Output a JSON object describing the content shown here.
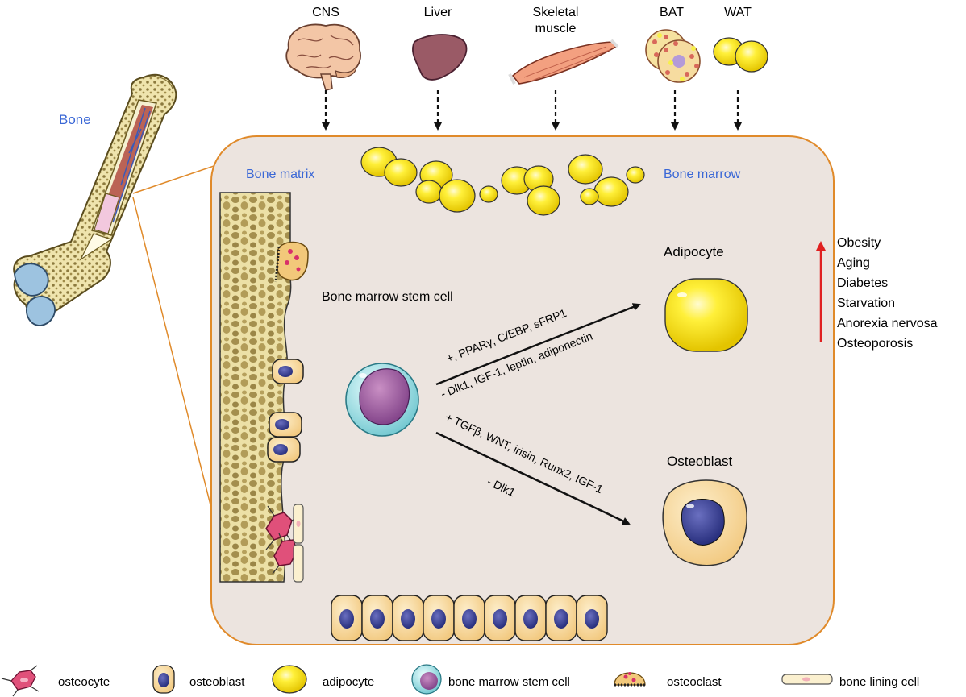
{
  "organs": [
    {
      "label": "CNS",
      "icon": "brain-icon"
    },
    {
      "label": "Liver",
      "icon": "liver-icon"
    },
    {
      "label_lines": [
        "Skeletal",
        "muscle"
      ],
      "icon": "muscle-icon"
    },
    {
      "label": "BAT",
      "icon": "brown-fat-icon"
    },
    {
      "label": "WAT",
      "icon": "white-fat-icon"
    }
  ],
  "labels": {
    "bone": "Bone",
    "bone_matrix": "Bone matrix",
    "bone_marrow": "Bone marrow",
    "stem_cell": "Bone marrow stem cell",
    "adipocyte": "Adipocyte",
    "osteoblast": "Osteoblast"
  },
  "arrows": {
    "adipo_plus": "+, PPARγ, C/EBP, sFRP1",
    "adipo_minus": "- Dlk1, IGF-1, leptin, adiponectin",
    "osteo_plus": "+ TGFβ, WNT, irisin, Runx2, IGF-1",
    "osteo_minus": "- Dlk1"
  },
  "conditions": [
    "Obesity",
    "Aging",
    "Diabetes",
    "Starvation",
    "Anorexia nervosa",
    "Osteoporosis"
  ],
  "colors": {
    "bone_blue": "#3a67d6",
    "up_arrow": "#e02020",
    "box_border": "#e08a2a",
    "box_fill": "#ece4df",
    "adipocyte_fill": "#f5dc10"
  },
  "legend": [
    {
      "label": "osteocyte",
      "icon": "osteocyte-icon"
    },
    {
      "label": "osteoblast",
      "icon": "osteoblast-icon"
    },
    {
      "label": "adipocyte",
      "icon": "adipocyte-icon"
    },
    {
      "label": "bone marrow stem cell",
      "icon": "stem-cell-icon"
    },
    {
      "label": "osteoclast",
      "icon": "osteoclast-icon"
    },
    {
      "label": "bone lining cell",
      "icon": "bone-lining-cell-icon"
    }
  ]
}
